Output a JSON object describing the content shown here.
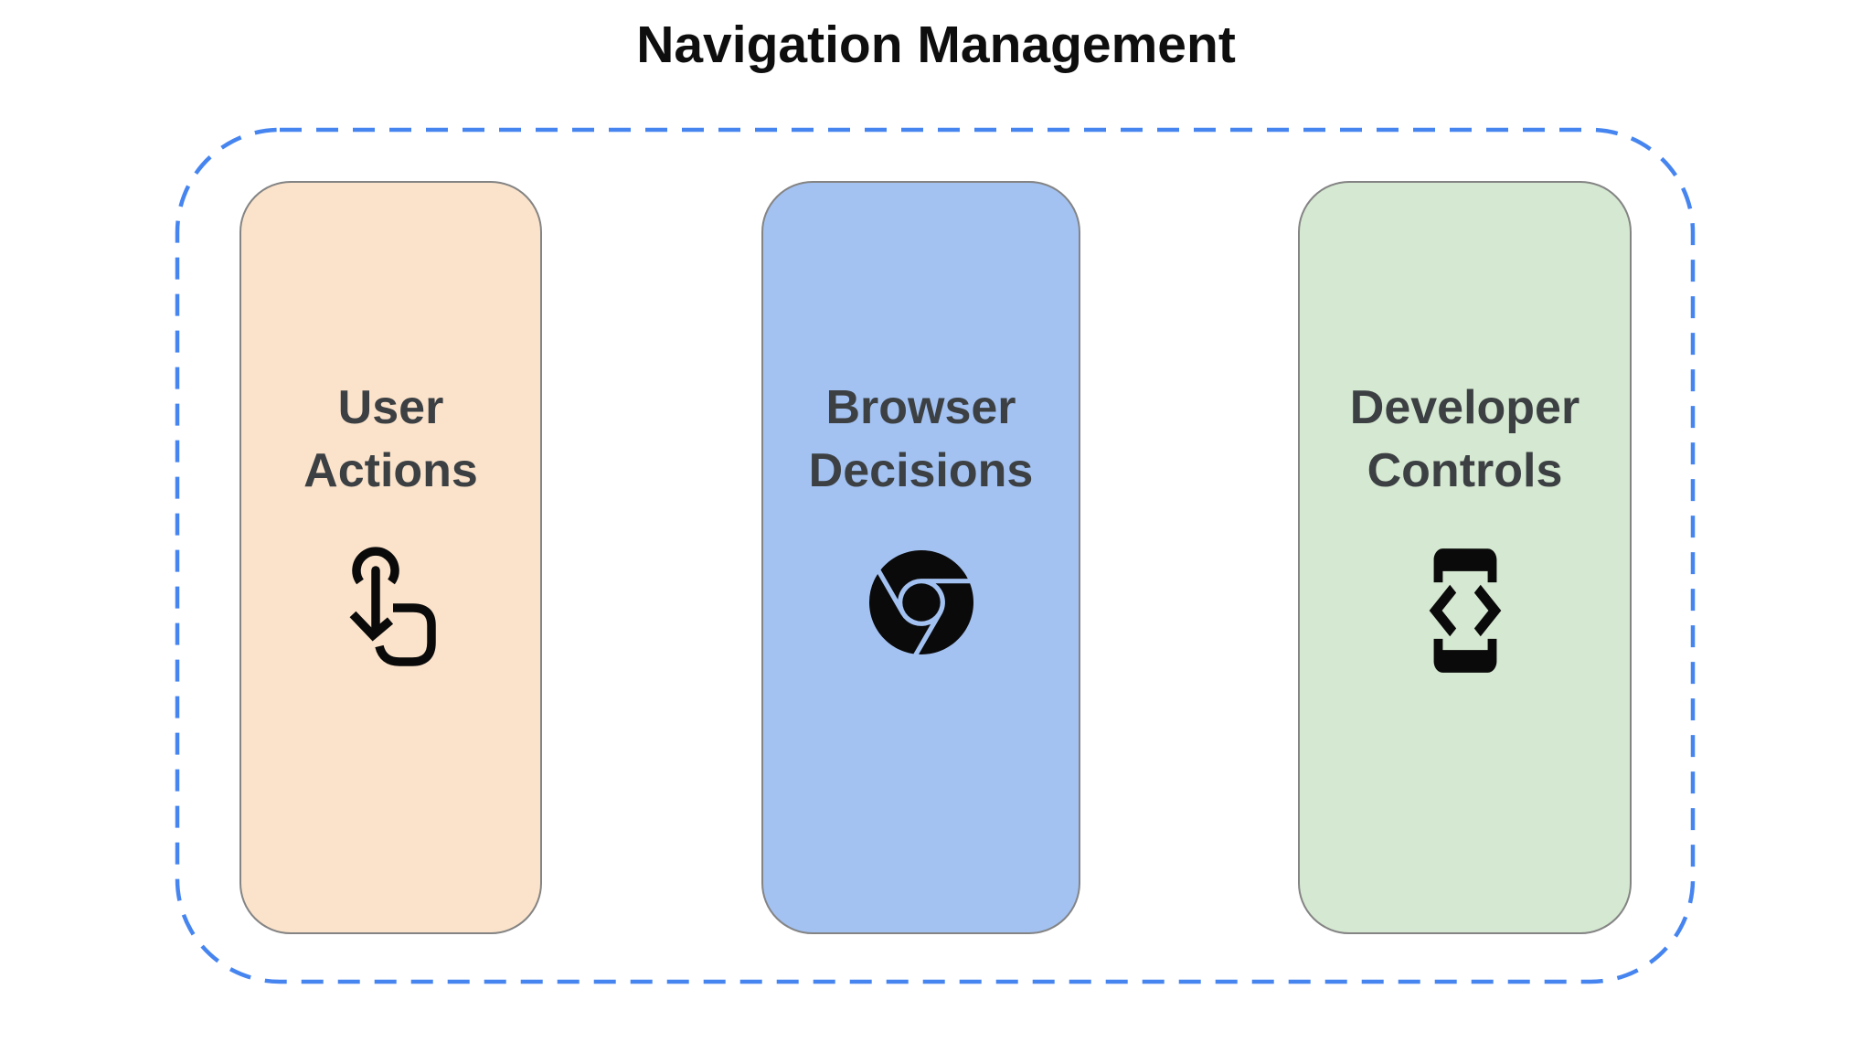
{
  "title": "Navigation Management",
  "colors": {
    "container_border": "#4685F0",
    "card_text": "#3C4043",
    "icon": "#0a0a0a",
    "card_border": "#848484"
  },
  "group": {
    "name": "navigation-management-group"
  },
  "cards": [
    {
      "label": "User Actions",
      "icon": "swipe-gesture-icon",
      "bg": "#FBE3CB"
    },
    {
      "label": "Browser Decisions",
      "icon": "chrome-browser-icon",
      "bg": "#A3C2F2"
    },
    {
      "label": "Developer Controls",
      "icon": "developer-mode-icon",
      "bg": "#D5E8D1"
    }
  ]
}
